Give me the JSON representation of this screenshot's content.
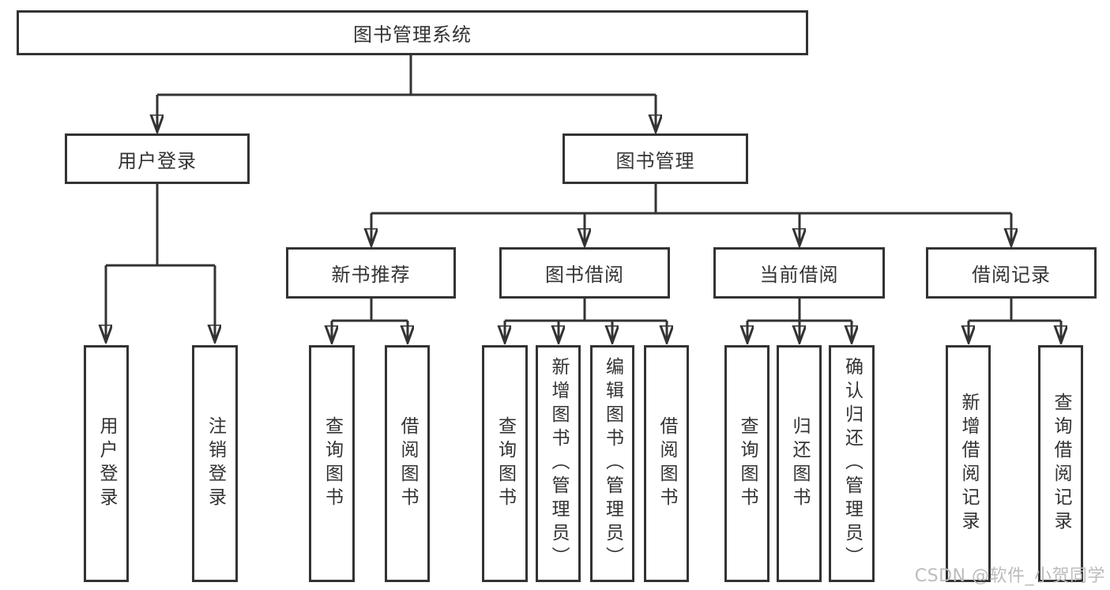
{
  "tree": {
    "label": "图书管理系统",
    "children": [
      {
        "label": "用户登录",
        "children": [
          {
            "label": "用户登录"
          },
          {
            "label": "注销登录"
          }
        ]
      },
      {
        "label": "图书管理",
        "children": [
          {
            "label": "新书推荐",
            "children": [
              {
                "label": "查询图书"
              },
              {
                "label": "借阅图书"
              }
            ]
          },
          {
            "label": "图书借阅",
            "children": [
              {
                "label": "查询图书"
              },
              {
                "label": "新增图书（管理员）"
              },
              {
                "label": "编辑图书（管理员）"
              },
              {
                "label": "借阅图书"
              }
            ]
          },
          {
            "label": "当前借阅",
            "children": [
              {
                "label": "查询图书"
              },
              {
                "label": "归还图书"
              },
              {
                "label": "确认归还（管理员）"
              }
            ]
          },
          {
            "label": "借阅记录",
            "children": [
              {
                "label": "新增借阅记录"
              },
              {
                "label": "查询借阅记录"
              }
            ]
          }
        ]
      }
    ]
  },
  "watermark": "CSDN @软件_小贺同学",
  "colors": {
    "line": "#333333",
    "box_border": "#333333",
    "text": "#333333",
    "watermark": "#bcbcbc",
    "background": "#ffffff"
  }
}
